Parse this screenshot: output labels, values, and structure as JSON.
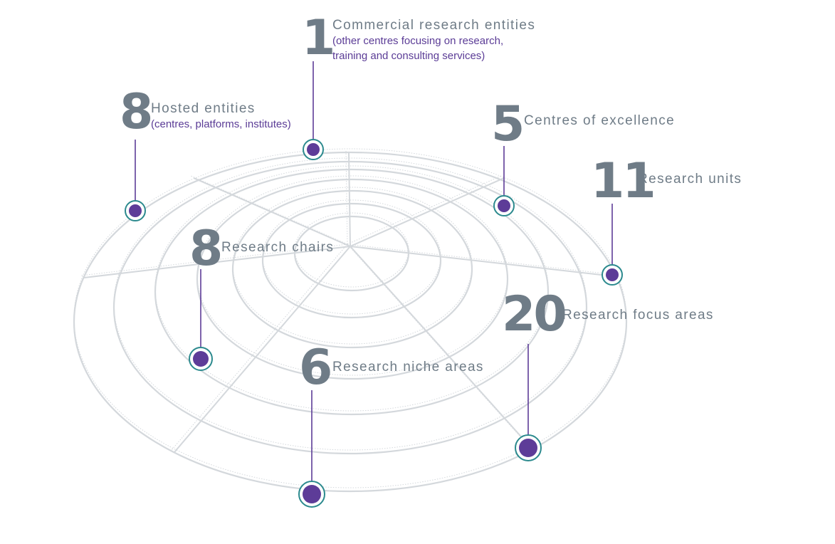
{
  "colors": {
    "ring": "#d4d8dc",
    "number": "#6f7c87",
    "label": "#6f7c87",
    "sublabel": "#5b3c96",
    "dot": "#5d3c98",
    "dot_ring": "#2c8a8e",
    "leader": "#5d3c98"
  },
  "entities": [
    {
      "key": "commercial",
      "number": "1",
      "label": "Commercial research entities",
      "sublabel_lines": [
        "(other centres focusing on research,",
        "training and consulting services)"
      ]
    },
    {
      "key": "hosted",
      "number": "8",
      "label": "Hosted entities",
      "sublabel_lines": [
        "(centres, platforms, institutes)"
      ]
    },
    {
      "key": "excellence",
      "number": "5",
      "label": "Centres of excellence"
    },
    {
      "key": "units",
      "number": "11",
      "label": "Research units"
    },
    {
      "key": "chairs",
      "number": "8",
      "label": "Research chairs"
    },
    {
      "key": "focus",
      "number": "20",
      "label": "Research focus areas"
    },
    {
      "key": "niche",
      "number": "6",
      "label": "Research niche areas"
    }
  ]
}
